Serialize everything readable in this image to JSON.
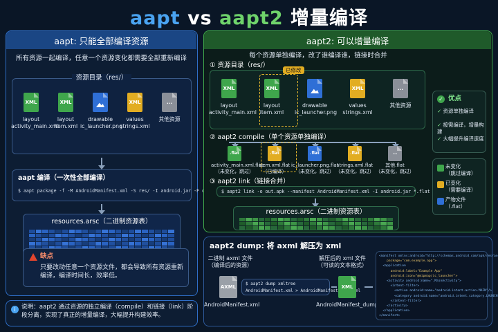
{
  "title": {
    "part1": "aapt",
    "part2": "vs",
    "part3": "aapt2",
    "part4": "增量编译"
  },
  "left": {
    "header": "aapt: 只能全部编译资源",
    "subtitle": "所有资源一起编译，任意一个资源变化都需要全部重新编译",
    "res_title": "资源目录（res/）",
    "files": [
      {
        "icon": "XML",
        "label1": "layout",
        "label2": "activity_main.xml"
      },
      {
        "icon": "XML",
        "label1": "layout",
        "label2": "item.xml"
      },
      {
        "icon": "",
        "label1": "drawable",
        "label2": "ic_launcher.png"
      },
      {
        "icon": "XML",
        "label1": "values",
        "label2": "strings.xml"
      },
      {
        "icon": "...",
        "label1": "其他资源",
        "label2": ""
      }
    ],
    "compile_title": "aapt 编译（一次性全部编译）",
    "compile_cmd": "$ aapt package -f -M AndroidManifest.xml -S res/ -I android.jar -F out.apk",
    "arsc": "resources.arsc（二进制资源表）",
    "drawback_title": "缺点",
    "drawback_text": "只要改动任意一个资源文件，都会导致所有资源重新编译，编译时间长，效率低。"
  },
  "note": {
    "text": "说明：aapt2 通过资源的独立编译（compile）和链接（link）阶段分离，实现了真正的增量编译，大幅提升构建效率。"
  },
  "right": {
    "header": "aapt2: 可以增量编译",
    "subtitle": "每个资源单独编译，改了谁编译谁，链接时合并",
    "step1": "① 资源目录（res/）",
    "modified": "已修改",
    "files": [
      {
        "icon": "XML",
        "label1": "layout",
        "label2": "activity_main.xml"
      },
      {
        "icon": "XML",
        "label1": "layout",
        "label2": "item.xml"
      },
      {
        "icon": "",
        "label1": "drawable",
        "label2": "ic_launcher.png"
      },
      {
        "icon": "XML",
        "label1": "values",
        "label2": "strings.xml"
      },
      {
        "icon": "...",
        "label1": "其他资源",
        "label2": ""
      }
    ],
    "step2": "② aapt2 compile（单个资源单独编译）",
    "flats": [
      {
        "icon": ".flat",
        "label1": "activity_main.xml.flat",
        "label2": "（未变化，跳过）"
      },
      {
        "icon": ".flat",
        "label1": "item.xml.flat",
        "label2": "（已编译）"
      },
      {
        "icon": ".flat",
        "label1": "ic_launcher.png.flat",
        "label2": "（未变化，跳过）"
      },
      {
        "icon": ".flat",
        "label1": "strings.xml.flat",
        "label2": "（未变化，跳过）"
      },
      {
        "icon": "...",
        "label1": "其他.flat",
        "label2": "（未变化，跳过）"
      }
    ],
    "step3": "③ aapt2 link（链接合并）",
    "link_cmd": "$ aapt2 link -o out.apk --manifest AndroidManifest.xml -I android.jar *.flat",
    "arsc": "resources.arsc（二进制资源表）",
    "adv_title": "优点",
    "adv": [
      "资源单独编译",
      "按需编译，增量构建",
      "大幅提升编译速度"
    ],
    "legend": [
      {
        "l1": "未变化",
        "l2": "（跳过编译）",
        "color": "#3fa64c"
      },
      {
        "l1": "已变化",
        "l2": "（需要编译）",
        "color": "#e2ad22"
      },
      {
        "l1": "产物文件",
        "l2": "（.flat）",
        "color": "#2f6fd6"
      }
    ]
  },
  "dump": {
    "header": "aapt2 dump: 将 axml 解压为 xml",
    "left_t1": "二进制 axml 文件",
    "left_t2": "（编译后的资源）",
    "axml_icon": "AXML",
    "axml_name": "AndroidManifest.xml",
    "cmd1": "$ aapt2 dump xmltree",
    "cmd2": "AndroidManifest.xml > AndroidManifest_dump.xml",
    "right_t1": "解压后的 xml 文件",
    "right_t2": "（可读的文本格式）",
    "xml_icon": "XML",
    "xml_name": "AndroidManifest_dump.xml",
    "code": [
      "<manifest xmlns:android=\"http://schemas.android.com/apk/res/android\"",
      "    package=\"com.example.app\">",
      "  <application",
      "      android:label=\"Example App\"",
      "      android:icon=\"@mipmap/ic_launcher\">",
      "    <activity android:name=\".MainActivity\">",
      "      <intent-filter>",
      "        <action android:name=\"android.intent.action.MAIN\"/>",
      "        <category android:name=\"android.intent.category.LAUNCHER\"/>",
      "      </intent-filter>",
      "    </activity>",
      "  </application>",
      "</manifest>"
    ]
  }
}
